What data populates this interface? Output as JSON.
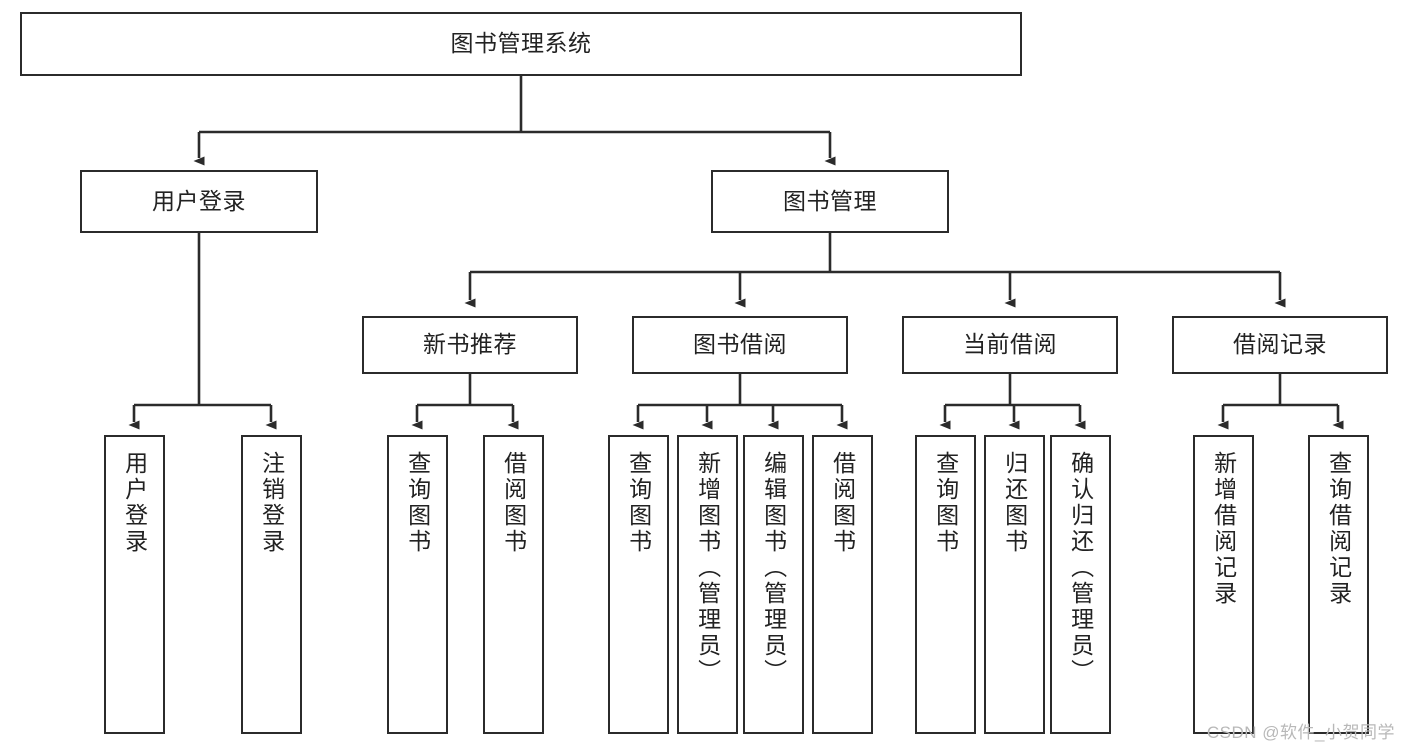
{
  "diagram": {
    "type": "tree",
    "title": "图书管理系统",
    "root": {
      "label": "图书管理系统"
    },
    "level2": [
      {
        "label": "用户登录"
      },
      {
        "label": "图书管理"
      }
    ],
    "level3": [
      {
        "label": "新书推荐"
      },
      {
        "label": "图书借阅"
      },
      {
        "label": "当前借阅"
      },
      {
        "label": "借阅记录"
      }
    ],
    "leaves": {
      "user_login": [
        {
          "label": "用户登录"
        },
        {
          "label": "注销登录"
        }
      ],
      "new_book_recommend": [
        {
          "label": "查询图书"
        },
        {
          "label": "借阅图书"
        }
      ],
      "book_borrow": [
        {
          "label": "查询图书"
        },
        {
          "label": "新增图书（管理员）"
        },
        {
          "label": "编辑图书（管理员）"
        },
        {
          "label": "借阅图书"
        }
      ],
      "current_borrow": [
        {
          "label": "查询图书"
        },
        {
          "label": "归还图书"
        },
        {
          "label": "确认归还（管理员）"
        }
      ],
      "borrow_record": [
        {
          "label": "新增借阅记录"
        },
        {
          "label": "查询借阅记录"
        }
      ]
    }
  },
  "watermark": {
    "text": "CSDN @软件_小贺同学"
  },
  "colors": {
    "border": "#2b2b2b",
    "text": "#222222",
    "background": "#ffffff",
    "watermark": "#b8b8b8"
  }
}
